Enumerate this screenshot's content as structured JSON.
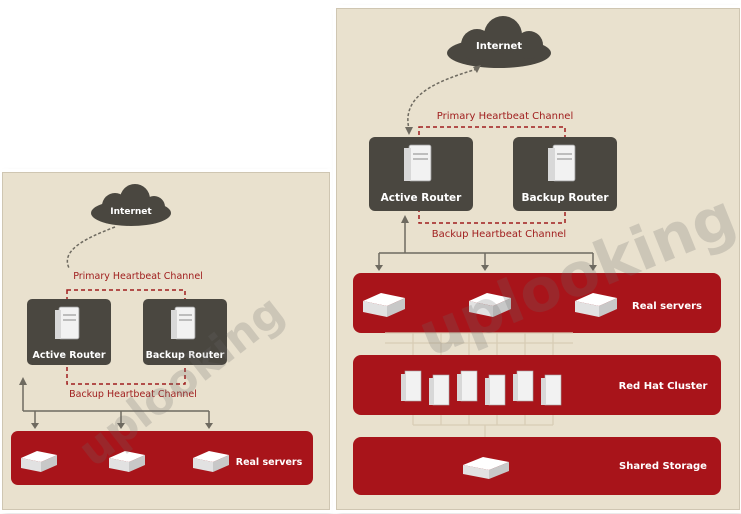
{
  "left_diagram": {
    "internet_label": "Internet",
    "primary_channel_label": "Primary Heartbeat Channel",
    "backup_channel_label": "Backup Heartbeat Channel",
    "active_router_label": "Active Router",
    "backup_router_label": "Backup Router",
    "real_servers_label": "Real servers"
  },
  "right_diagram": {
    "internet_label": "Internet",
    "primary_channel_label": "Primary Heartbeat Channel",
    "backup_channel_label": "Backup Heartbeat Channel",
    "active_router_label": "Active Router",
    "backup_router_label": "Backup Router",
    "real_servers_label": "Real servers",
    "cluster_label": "Red Hat Cluster",
    "storage_label": "Shared Storage"
  },
  "watermark": "uplooking",
  "colors": {
    "panel_bg": "#e9e1ce",
    "band_red": "#a8141a",
    "router_box": "#4a4740",
    "heartbeat_red": "#a01e1e",
    "line_gray": "#6e6a60"
  }
}
